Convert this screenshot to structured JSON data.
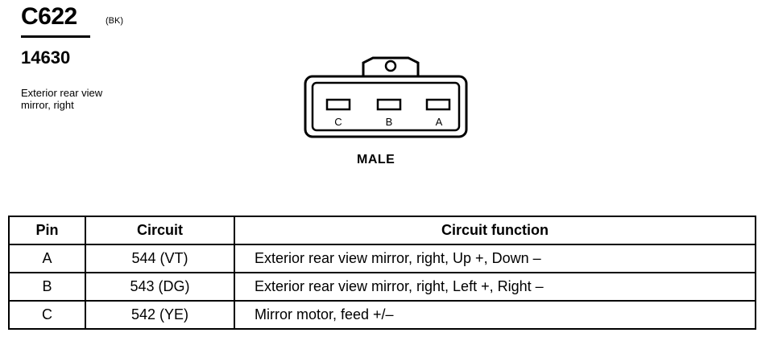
{
  "header": {
    "connector_id": "C622",
    "color_code": "(BK)",
    "part_number": "14630",
    "description_lines": [
      "Exterior rear view",
      "mirror, right"
    ]
  },
  "diagram": {
    "pins": [
      "C",
      "B",
      "A"
    ],
    "view_label": "MALE"
  },
  "table": {
    "headers": [
      "Pin",
      "Circuit",
      "Circuit function"
    ],
    "rows": [
      [
        "A",
        "544 (VT)",
        "Exterior rear view mirror, right, Up +, Down –"
      ],
      [
        "B",
        "543 (DG)",
        "Exterior rear view mirror, right, Left +, Right –"
      ],
      [
        "C",
        "542 (YE)",
        "Mirror motor, feed +/–"
      ]
    ]
  }
}
